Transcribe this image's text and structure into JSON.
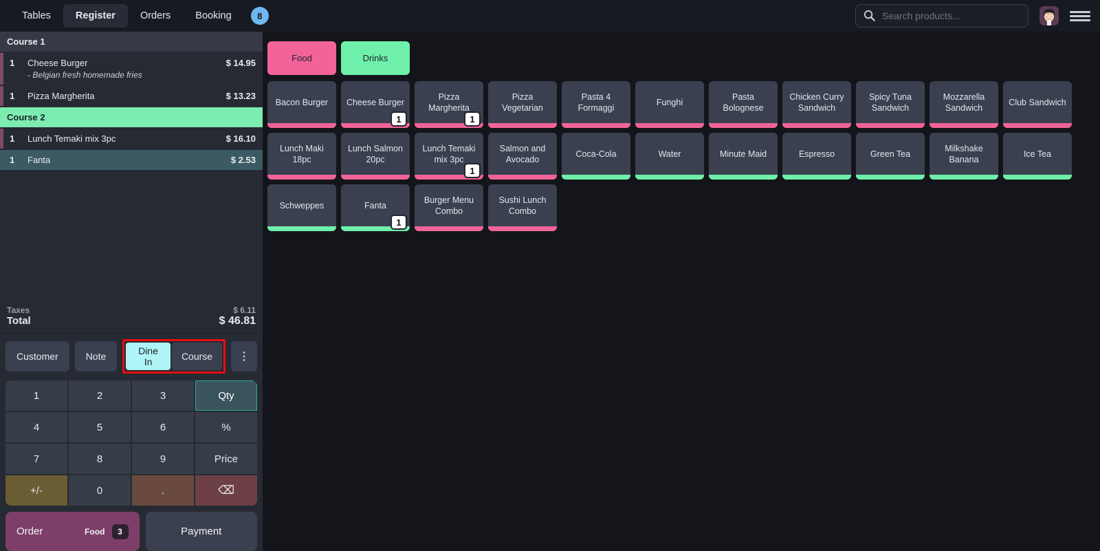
{
  "nav": {
    "items": [
      {
        "label": "Tables"
      },
      {
        "label": "Register"
      },
      {
        "label": "Orders"
      },
      {
        "label": "Booking"
      }
    ],
    "booking_badge": "8",
    "search_placeholder": "Search products..."
  },
  "order_panel": {
    "courses": [
      {
        "label": "Course 1",
        "items": [
          {
            "qty": "1",
            "name": "Cheese Burger",
            "note": "- Belgian fresh homemade fries",
            "price": "$ 14.95"
          },
          {
            "qty": "1",
            "name": "Pizza Margherita",
            "price": "$ 13.23"
          }
        ]
      },
      {
        "label": "Course 2",
        "items": [
          {
            "qty": "1",
            "name": "Lunch Temaki mix 3pc",
            "price": "$ 16.10"
          },
          {
            "qty": "1",
            "name": "Fanta",
            "price": "$ 2.53"
          }
        ]
      }
    ],
    "summary": {
      "taxes_label": "Taxes",
      "taxes_value": "$ 6.11",
      "total_label": "Total",
      "total_value": "$ 46.81"
    },
    "controls": {
      "customer": "Customer",
      "note": "Note",
      "dine_in": "Dine In",
      "course": "Course",
      "more_icon": "⋮"
    },
    "numpad": {
      "keys": [
        "1",
        "2",
        "3",
        "Qty",
        "4",
        "5",
        "6",
        "%",
        "7",
        "8",
        "9",
        "Price",
        "+/-",
        "0",
        ".",
        "⌫"
      ]
    },
    "actions": {
      "order": "Order",
      "order_category": "Food",
      "order_count": "3",
      "payment": "Payment"
    }
  },
  "products_panel": {
    "categories": [
      {
        "label": "Food"
      },
      {
        "label": "Drinks"
      }
    ],
    "products": [
      {
        "name": "Bacon Burger",
        "category": "food"
      },
      {
        "name": "Cheese Burger",
        "category": "food",
        "qty": "1"
      },
      {
        "name": "Pizza Margherita",
        "category": "food",
        "qty": "1"
      },
      {
        "name": "Pizza Vegetarian",
        "category": "food"
      },
      {
        "name": "Pasta 4 Formaggi",
        "category": "food"
      },
      {
        "name": "Funghi",
        "category": "food"
      },
      {
        "name": "Pasta Bolognese",
        "category": "food"
      },
      {
        "name": "Chicken Curry Sandwich",
        "category": "food"
      },
      {
        "name": "Spicy Tuna Sandwich",
        "category": "food"
      },
      {
        "name": "Mozzarella Sandwich",
        "category": "food"
      },
      {
        "name": "Club Sandwich",
        "category": "food"
      },
      {
        "name": "Lunch Maki 18pc",
        "category": "food"
      },
      {
        "name": "Lunch Salmon 20pc",
        "category": "food"
      },
      {
        "name": "Lunch Temaki mix 3pc",
        "category": "food",
        "qty": "1"
      },
      {
        "name": "Salmon and Avocado",
        "category": "food"
      },
      {
        "name": "Coca-Cola",
        "category": "drinks"
      },
      {
        "name": "Water",
        "category": "drinks"
      },
      {
        "name": "Minute Maid",
        "category": "drinks"
      },
      {
        "name": "Espresso",
        "category": "drinks"
      },
      {
        "name": "Green Tea",
        "category": "drinks"
      },
      {
        "name": "Milkshake Banana",
        "category": "drinks"
      },
      {
        "name": "Ice Tea",
        "category": "drinks"
      },
      {
        "name": "Schweppes",
        "category": "drinks"
      },
      {
        "name": "Fanta",
        "category": "drinks",
        "qty": "1"
      },
      {
        "name": "Burger Menu Combo",
        "category": "food"
      },
      {
        "name": "Sushi Lunch Combo",
        "category": "food"
      }
    ]
  },
  "colors": {
    "food_accent": "#f2639a",
    "drinks_accent": "#6ff0aa",
    "selected_row": "#3c5a64",
    "selected_course": "#7cecb1",
    "dine_in_active": "#aff5f7",
    "annotation_red": "#e60f0f",
    "nav_badge_blue": "#6fb7f0",
    "order_button_purple": "#7d3f69"
  }
}
